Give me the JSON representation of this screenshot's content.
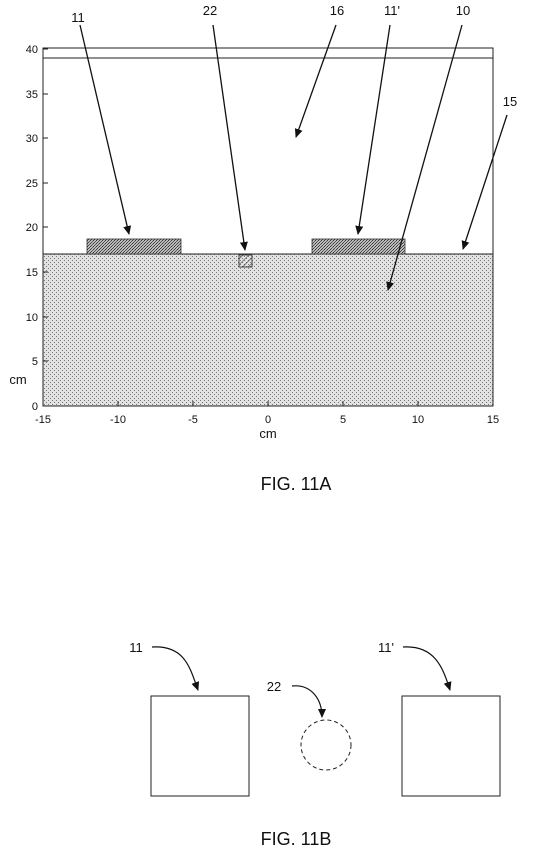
{
  "fig_a": {
    "caption": "FIG. 11A",
    "xlabel": "cm",
    "ylabel": "cm",
    "xticks": [
      "-15",
      "-10",
      "-5",
      "0",
      "5",
      "10",
      "15"
    ],
    "yticks": [
      "0",
      "5",
      "10",
      "15",
      "20",
      "25",
      "30",
      "35",
      "40"
    ],
    "callouts": {
      "c11": "11",
      "c22": "22",
      "c16": "16",
      "c11p": "11'",
      "c10": "10",
      "c15": "15"
    }
  },
  "fig_b": {
    "caption": "FIG. 11B",
    "callouts": {
      "c11": "11",
      "c22": "22",
      "c11p": "11'"
    }
  }
}
